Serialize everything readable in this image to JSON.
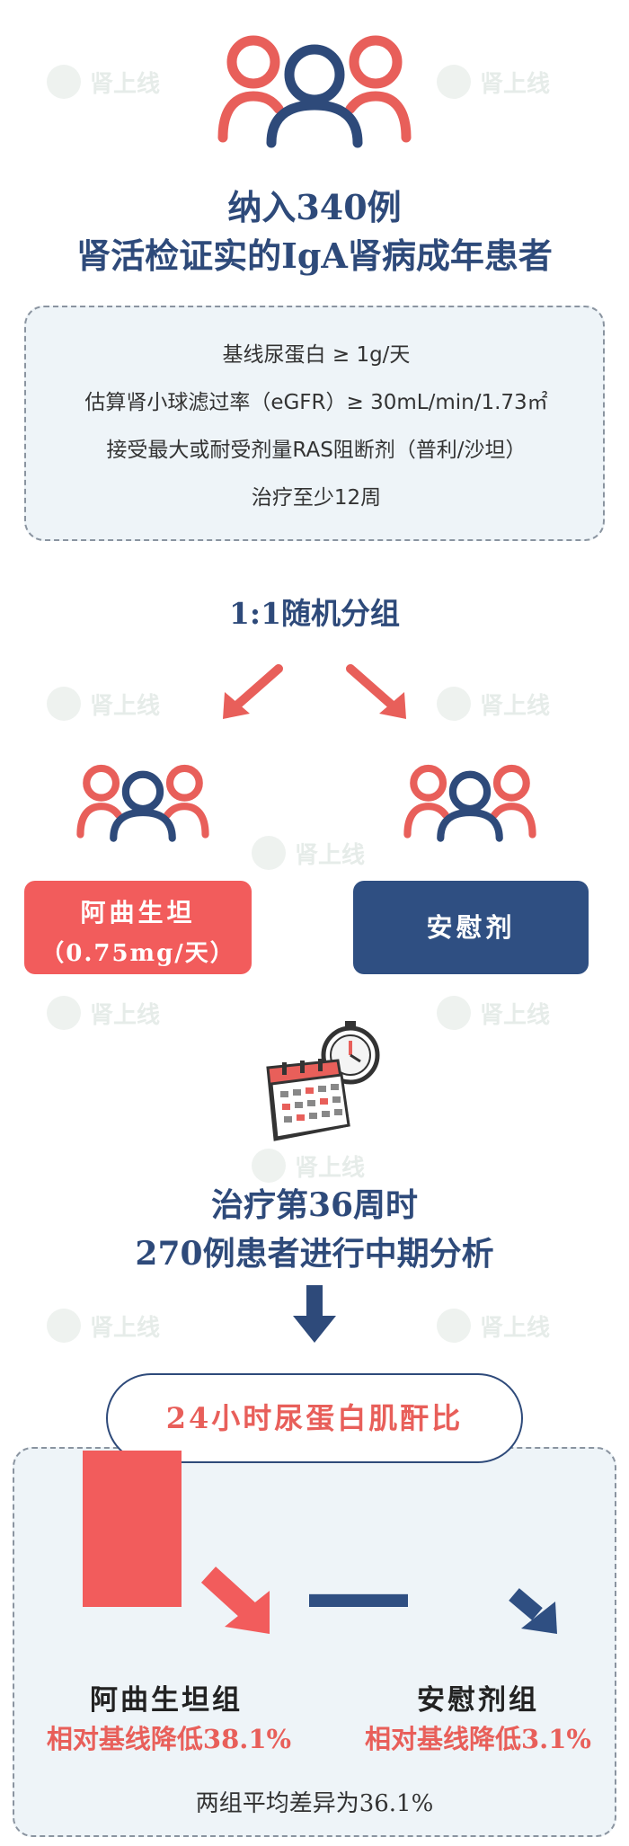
{
  "header": {
    "title_line1": "纳入340例",
    "title_line2": "肾活检证实的IgA肾病成年患者"
  },
  "criteria": [
    "基线尿蛋白 ≥ 1g/天",
    "估算肾小球滤过率（eGFR）≥ 30mL/min/1.73㎡",
    "接受最大或耐受剂量RAS阻断剂（普利/沙坦）",
    "治疗至少12周"
  ],
  "randomization": "1:1随机分组",
  "groups": {
    "treatment_line1": "阿曲生坦",
    "treatment_line2": "（0.75mg/天）",
    "placebo": "安慰剂"
  },
  "analysis": {
    "line1": "治疗第36周时",
    "line2": "270例患者进行中期分析"
  },
  "endpoint": "24小时尿蛋白肌酐比",
  "results": {
    "treatment_label": "阿曲生坦组",
    "treatment_change": "相对基线降低38.1%",
    "treatment_pct": 38.1,
    "placebo_label": "安慰剂组",
    "placebo_change": "相对基线降低3.1%",
    "placebo_pct": 3.1,
    "difference": "两组平均差异为36.1%"
  },
  "watermark_text": "肾上线",
  "colors": {
    "navy": "#2e4a7a",
    "coral": "#e85f5a",
    "box_bg": "#eef4f8"
  }
}
